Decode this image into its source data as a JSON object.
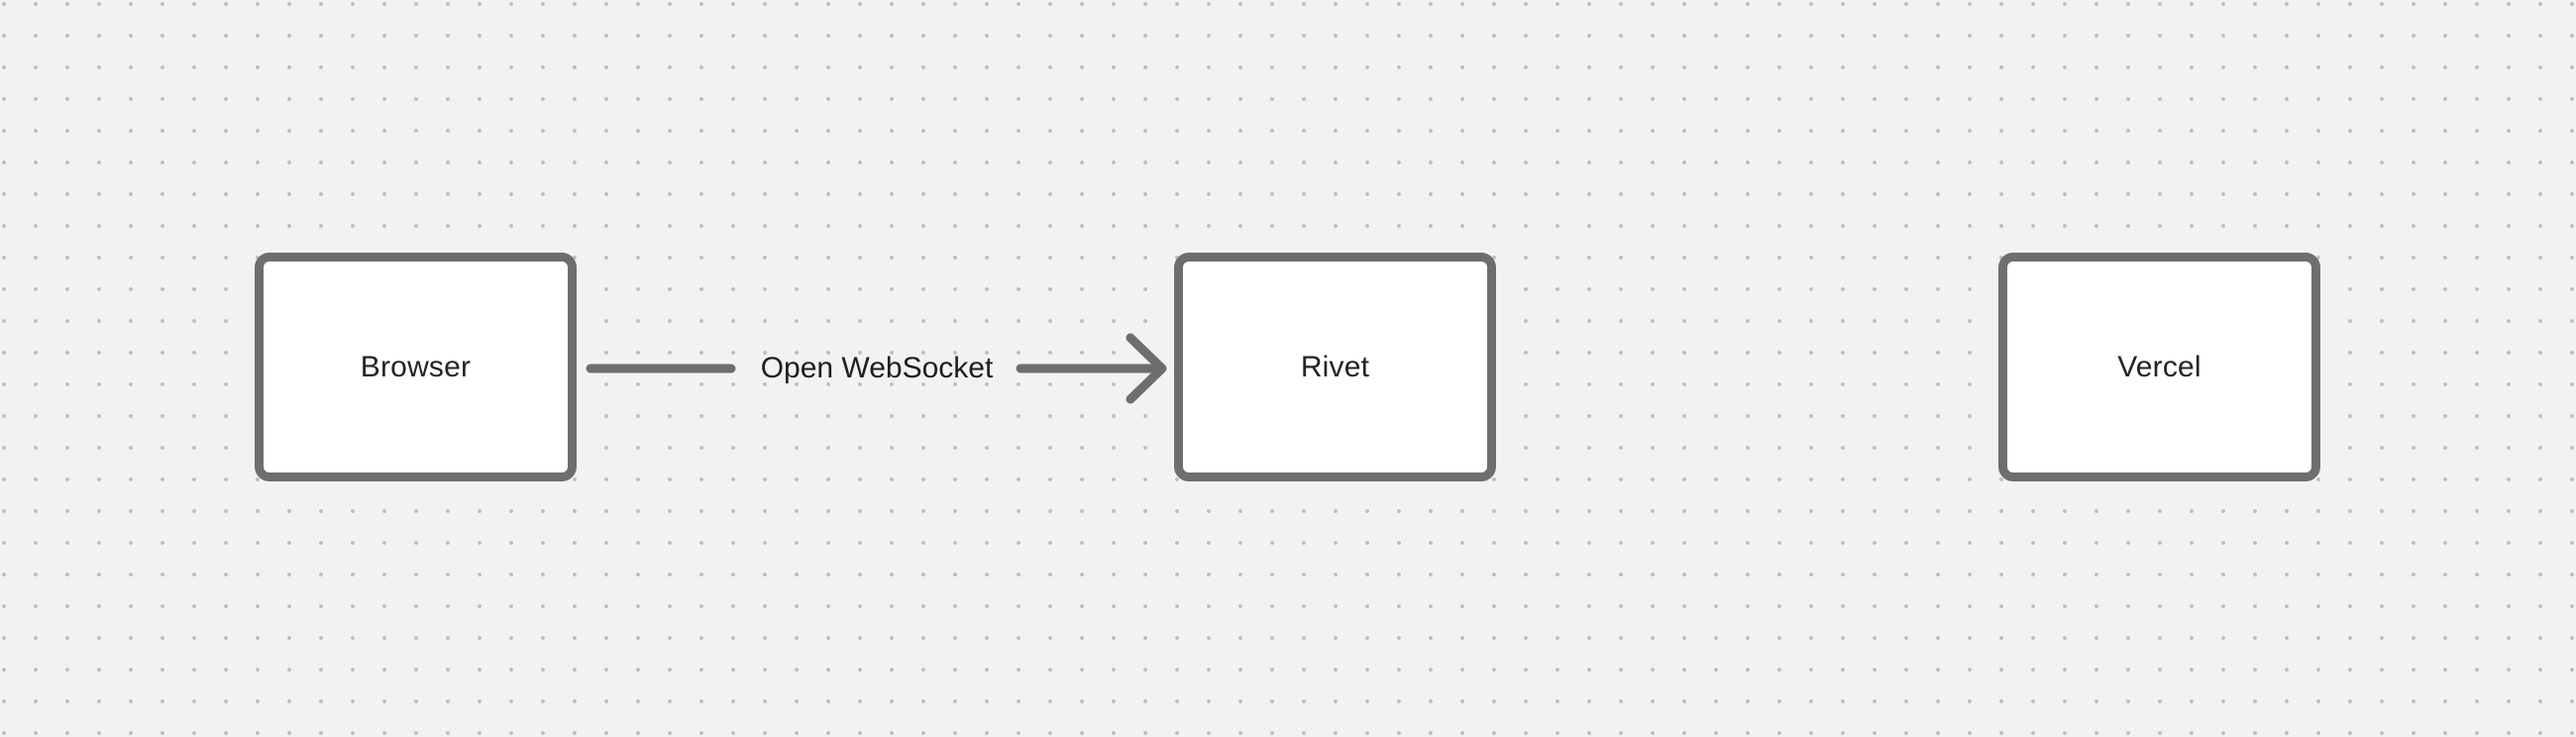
{
  "canvas": {
    "background_color": "#f2f2f2",
    "dot_color": "#bdbdbd",
    "shape_stroke_color": "#6e6e6e",
    "shape_fill_color": "#ffffff",
    "text_color": "#242424"
  },
  "nodes": [
    {
      "id": "browser",
      "label": "Browser"
    },
    {
      "id": "rivet",
      "label": "Rivet"
    },
    {
      "id": "vercel",
      "label": "Vercel"
    }
  ],
  "connectors": [
    {
      "id": "browser-to-rivet",
      "from": "browser",
      "to": "rivet",
      "label": "Open WebSocket",
      "direction": "right"
    }
  ]
}
